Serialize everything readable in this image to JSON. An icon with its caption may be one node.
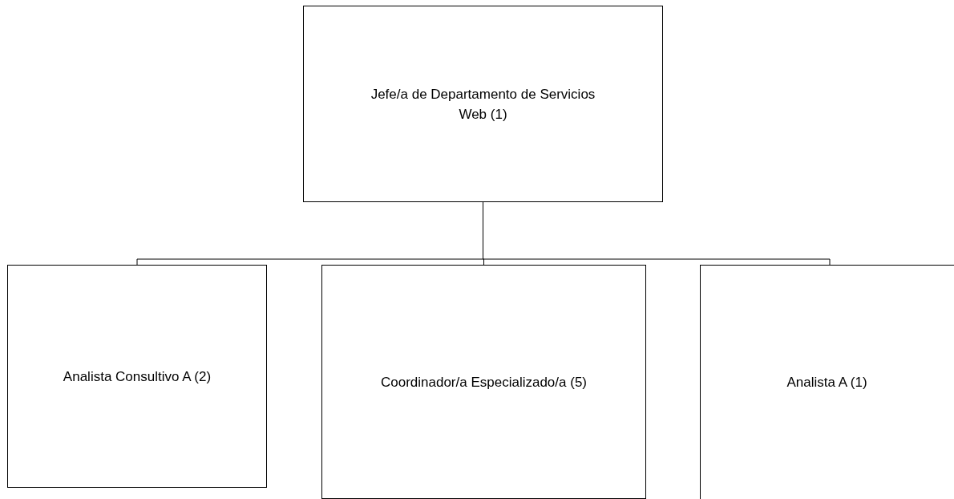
{
  "diagram": {
    "nodes": [
      {
        "text": [
          "Jefe/a de Departamento de Servicios Web (1)"
        ]
      },
      {
        "text": [
          "Analista Consultivo A (2)"
        ]
      },
      {
        "text": [
          "Coordinador/a Especializado/a (5)"
        ]
      },
      {
        "text": [
          "Analista A (1)"
        ]
      }
    ],
    "edges": [
      {
        "from": 0,
        "to": 1,
        "arrow": "none"
      },
      {
        "from": 0,
        "to": 2,
        "arrow": "none"
      },
      {
        "from": 0,
        "to": 3,
        "arrow": "none"
      }
    ]
  }
}
